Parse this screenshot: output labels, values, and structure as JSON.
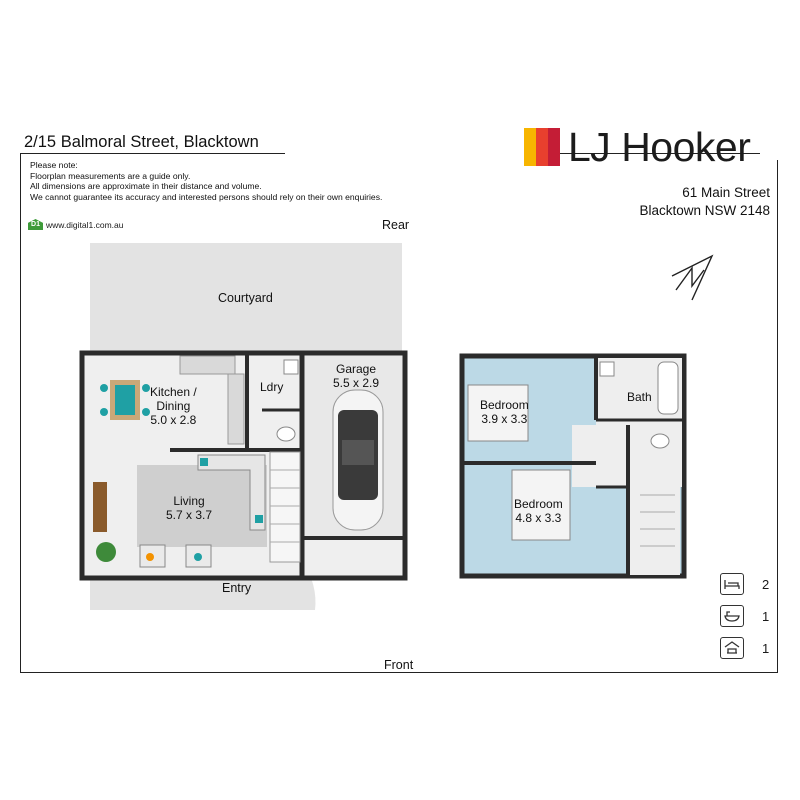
{
  "listing": {
    "address_title": "2/15 Balmoral Street, Blacktown",
    "notes": [
      "Please note:",
      "Floorplan measurements are a guide only.",
      "All dimensions are approximate in their distance and volume.",
      "We cannot guarantee its accuracy and interested persons should rely on their own enquiries."
    ],
    "source_url": "www.digital1.com.au",
    "source_badge": "D1"
  },
  "agency": {
    "name": "LJ Hooker",
    "street": "61 Main Street",
    "suburb": "Blacktown NSW 2148",
    "brand_colors": [
      "#f7b500",
      "#e8402e",
      "#c41d36"
    ]
  },
  "orientation": {
    "rear": "Rear",
    "front": "Front",
    "north_icon": "north-arrow-icon"
  },
  "ground_floor": {
    "courtyard": "Courtyard",
    "entry": "Entry",
    "kitchen": {
      "name": "Kitchen /",
      "name2": "Dining",
      "size": "5.0 x 2.8"
    },
    "laundry": {
      "name": "Ldry"
    },
    "garage": {
      "name": "Garage",
      "size": "5.5 x 2.9"
    },
    "living": {
      "name": "Living",
      "size": "5.7 x 3.7"
    }
  },
  "upper_floor": {
    "bedroom1": {
      "name": "Bedroom",
      "size": "3.9 x 3.3"
    },
    "bedroom2": {
      "name": "Bedroom",
      "size": "4.8 x 3.3"
    },
    "bath": {
      "name": "Bath"
    }
  },
  "features": {
    "bedrooms": {
      "icon": "bed-icon",
      "count": "2"
    },
    "bathrooms": {
      "icon": "bathtub-icon",
      "count": "1"
    },
    "garages": {
      "icon": "garage-car-icon",
      "count": "1"
    }
  }
}
